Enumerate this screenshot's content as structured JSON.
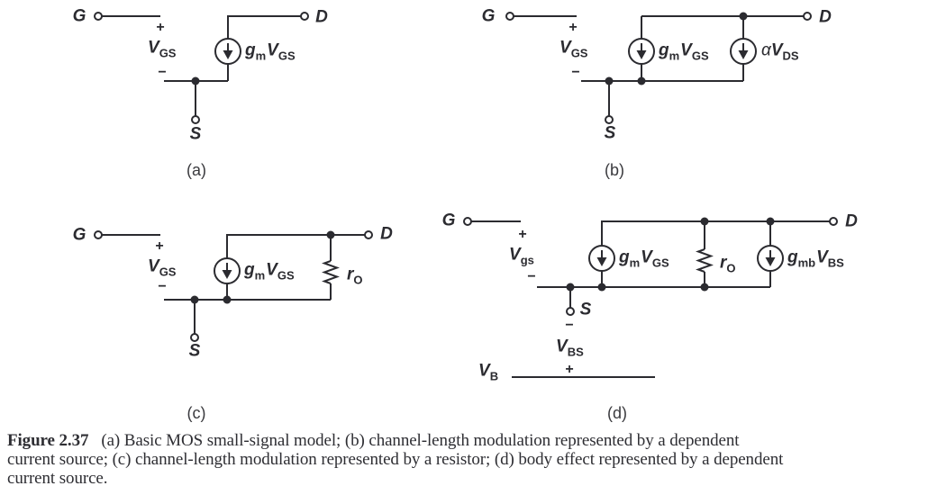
{
  "colors": {
    "ink": "#2b2b30",
    "paper": "#ffffff"
  },
  "symbols": {
    "plus": "+",
    "minus": "−"
  },
  "caption": {
    "label": "Figure 2.37",
    "lines": [
      "(a) Basic MOS small-signal model; (b) channel-length modulation represented by a dependent",
      "current source; (c) channel-length modulation represented by a resistor; (d) body effect represented by a dependent",
      "current source."
    ]
  },
  "circuits": {
    "a": {
      "tag": "(a)",
      "gate": "G",
      "drain": "D",
      "source": "S",
      "vgs_main": "V",
      "vgs_sub": "GS",
      "cs1_coef": "g",
      "cs1_coef_sub": "m",
      "cs1_var": "V",
      "cs1_var_sub": "GS"
    },
    "b": {
      "tag": "(b)",
      "gate": "G",
      "drain": "D",
      "source": "S",
      "vgs_main": "V",
      "vgs_sub": "GS",
      "cs1_coef": "g",
      "cs1_coef_sub": "m",
      "cs1_var": "V",
      "cs1_var_sub": "GS",
      "cs2_coef": "α",
      "cs2_var": "V",
      "cs2_var_sub": "DS"
    },
    "c": {
      "tag": "(c)",
      "gate": "G",
      "drain": "D",
      "source": "S",
      "vgs_main": "V",
      "vgs_sub": "GS",
      "cs1_coef": "g",
      "cs1_coef_sub": "m",
      "cs1_var": "V",
      "cs1_var_sub": "GS",
      "res_main": "r",
      "res_sub": "O"
    },
    "d": {
      "tag": "(d)",
      "gate": "G",
      "drain": "D",
      "source": "S",
      "vgs_main": "V",
      "vgs_sub": "gs",
      "cs1_coef": "g",
      "cs1_coef_sub": "m",
      "cs1_var": "V",
      "cs1_var_sub": "GS",
      "res_main": "r",
      "res_sub": "O",
      "cs2_coef": "g",
      "cs2_coef_sub": "mb",
      "cs2_var": "V",
      "cs2_var_sub": "BS",
      "body_var_main": "V",
      "body_var_sub": "BS",
      "bulk_main": "V",
      "bulk_sub": "B"
    }
  }
}
